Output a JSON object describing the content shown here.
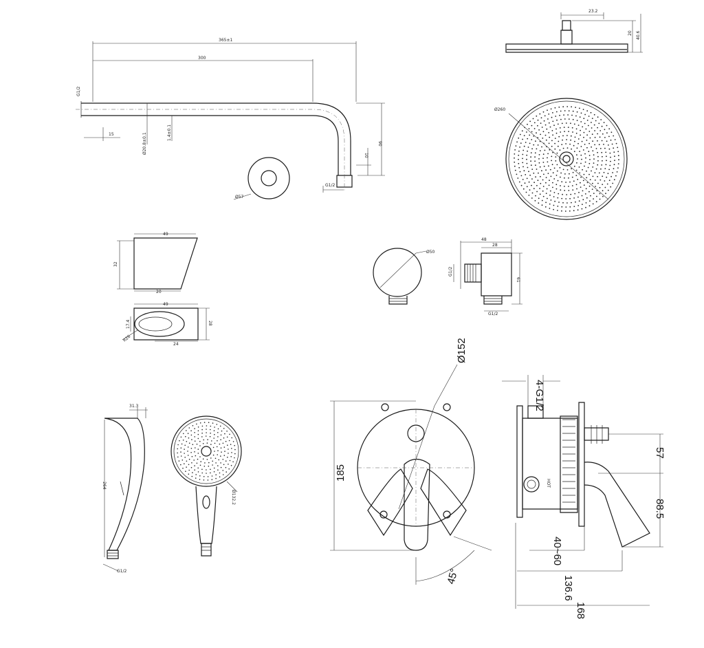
{
  "arm": {
    "overall": "365±1",
    "reach": "300",
    "inlet": "G1/2",
    "outlet": "G1/2",
    "pipe_dia": "Ø20.8±0.1",
    "wall": "1.4±0.1",
    "dim15": "15",
    "drop": "90",
    "dim10": "10",
    "flange": "Ø57"
  },
  "head": {
    "dia": "Ø260",
    "w": "23.2",
    "h1": "20",
    "h2": "40.6"
  },
  "holder": {
    "top_w": "49",
    "height": "32",
    "bot_w": "20",
    "w2": "49",
    "h2": "28",
    "d1": "17.4",
    "d2": "24",
    "r": "R26"
  },
  "elbow": {
    "dia": "Ø50",
    "w": "48",
    "d": "28",
    "h": "61",
    "inlet": "G1/2",
    "outlet": "G1/2"
  },
  "hand": {
    "tip": "31.3",
    "len": "264",
    "dia": "Ø132.2",
    "thread": "G1/2"
  },
  "valve": {
    "dia": "Ø152",
    "inlets": "4-G1/2",
    "height": "185",
    "angle": "45°",
    "dim57": "57",
    "dim885": "88.5",
    "adj": "40~60",
    "depth": "136.6",
    "total": "168",
    "hot": "HOT"
  }
}
